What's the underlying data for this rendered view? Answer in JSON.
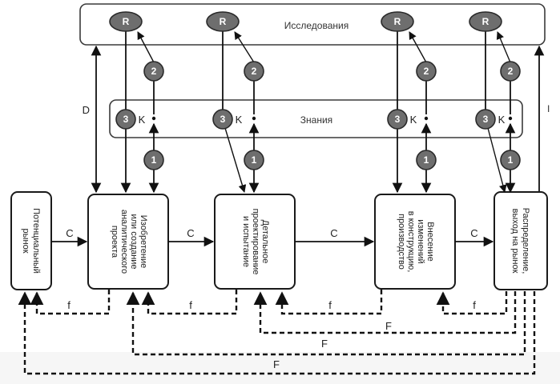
{
  "title": "Chain-linked model of innovation",
  "bands": {
    "research": "Исследования",
    "knowledge": "Знания"
  },
  "stages": [
    {
      "id": "market",
      "lines": [
        "Потенциальный",
        "рынок"
      ]
    },
    {
      "id": "invention",
      "lines": [
        "Изобретение",
        "или создание",
        "аналитического",
        "проекта"
      ]
    },
    {
      "id": "design",
      "lines": [
        "Детальное",
        "проектирование",
        "и испытание"
      ]
    },
    {
      "id": "redesign",
      "lines": [
        "Внесение",
        "изменений",
        "в конструкцию,",
        "производство"
      ]
    },
    {
      "id": "distribution",
      "lines": [
        "Распределение,",
        "выход на рынок"
      ]
    }
  ],
  "node_labels": {
    "research": "R",
    "knowledge_link": "K",
    "step1": "1",
    "step2": "2",
    "step3": "3"
  },
  "edge_labels": {
    "central_chain": "C",
    "feedback_short": "f",
    "feedback_long": "F",
    "direct_link": "D",
    "innovation_link": "I"
  },
  "colors": {
    "node_fill": "#6e6e6e",
    "stroke": "#111111",
    "background": "#ffffff"
  }
}
